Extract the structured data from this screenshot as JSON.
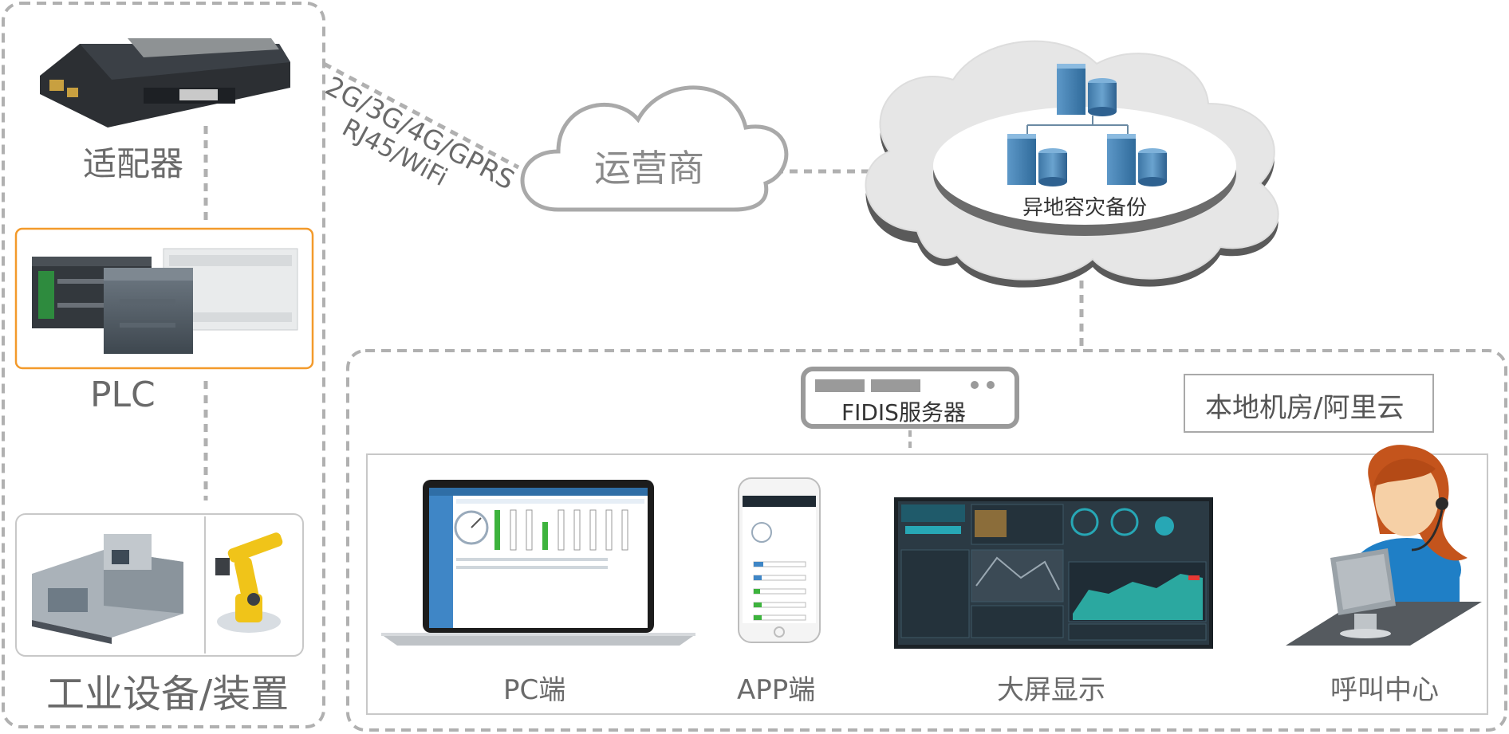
{
  "devices": {
    "adapter": "适配器",
    "plc": "PLC",
    "industrial": "工业设备/装置"
  },
  "network": {
    "wireless": "2G/3G/4G/GPRS",
    "wired": "RJ45/WiFi",
    "operator": "运营商"
  },
  "cloud": {
    "backup": "异地容灾备份"
  },
  "server": {
    "name": "FIDIS服务器",
    "location": "本地机房/阿里云"
  },
  "clients": [
    {
      "label": "PC端"
    },
    {
      "label": "APP端"
    },
    {
      "label": "大屏显示"
    },
    {
      "label": "呼叫中心"
    }
  ],
  "colors": {
    "dash": "#b5b5b5",
    "plc_highlight": "#f39a2b",
    "cloud_gray": "#e6e6e6",
    "server_blue": "#3f7fb0",
    "screen_dark": "#2b3a44",
    "accent_green": "#3db33d"
  }
}
